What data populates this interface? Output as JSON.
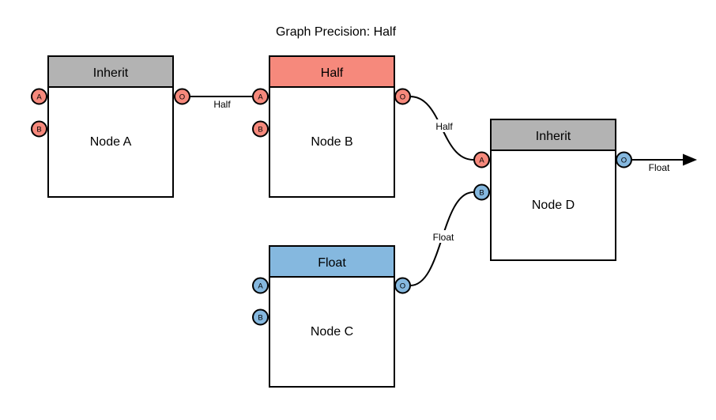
{
  "title": "Graph Precision: Half",
  "colors": {
    "half": "#F6897C",
    "float": "#85B8DF",
    "inherit": "#B3B3B3",
    "stroke": "#000000",
    "node_fill": "#FFFFFF"
  },
  "nodes": [
    {
      "id": "node-a",
      "label": "Node A",
      "header": {
        "label": "Inherit",
        "color": "#B3B3B3"
      },
      "ports": {
        "a": {
          "label": "A",
          "color": "#F6897C"
        },
        "b": {
          "label": "B",
          "color": "#F6897C"
        },
        "o": {
          "label": "O",
          "color": "#F6897C"
        }
      }
    },
    {
      "id": "node-b",
      "label": "Node B",
      "header": {
        "label": "Half",
        "color": "#F6897C"
      },
      "ports": {
        "a": {
          "label": "A",
          "color": "#F6897C"
        },
        "b": {
          "label": "B",
          "color": "#F6897C"
        },
        "o": {
          "label": "O",
          "color": "#F6897C"
        }
      }
    },
    {
      "id": "node-c",
      "label": "Node C",
      "header": {
        "label": "Float",
        "color": "#85B8DF"
      },
      "ports": {
        "a": {
          "label": "A",
          "color": "#85B8DF"
        },
        "b": {
          "label": "B",
          "color": "#85B8DF"
        },
        "o": {
          "label": "O",
          "color": "#85B8DF"
        }
      }
    },
    {
      "id": "node-d",
      "label": "Node D",
      "header": {
        "label": "Inherit",
        "color": "#B3B3B3"
      },
      "ports": {
        "a": {
          "label": "A",
          "color": "#F6897C"
        },
        "b": {
          "label": "B",
          "color": "#85B8DF"
        },
        "o": {
          "label": "O",
          "color": "#85B8DF"
        }
      }
    }
  ],
  "edges": [
    {
      "label": "Half",
      "from": "node-a.o",
      "to": "node-b.a"
    },
    {
      "label": "Half",
      "from": "node-b.o",
      "to": "node-d.a"
    },
    {
      "label": "Float",
      "from": "node-c.o",
      "to": "node-d.b"
    },
    {
      "label": "Float",
      "from": "node-d.o",
      "to": "output-arrow"
    }
  ]
}
